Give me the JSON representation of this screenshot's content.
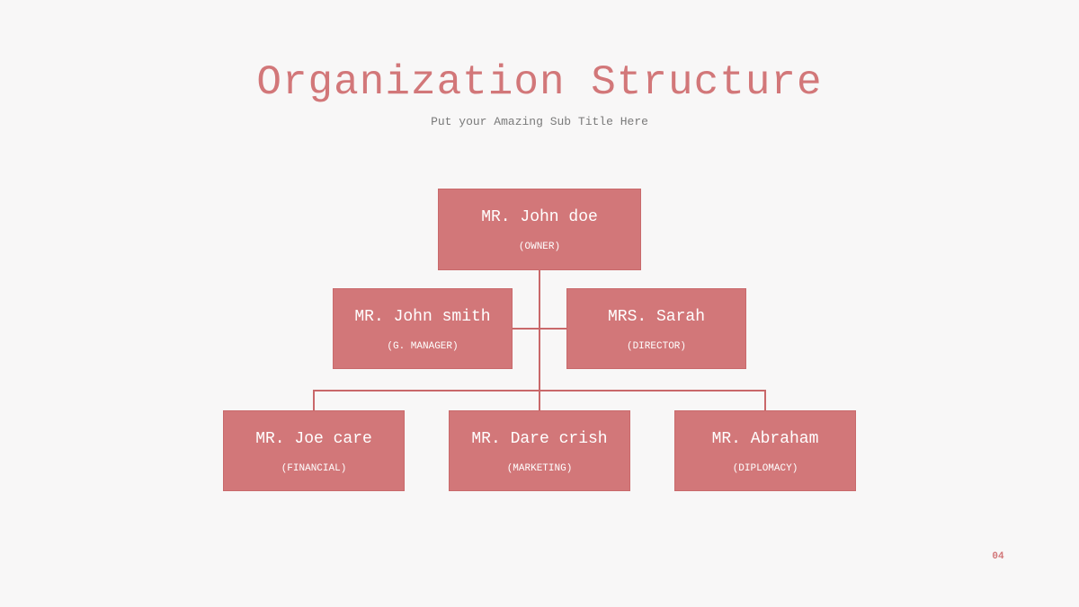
{
  "slide": {
    "title": "Organization Structure",
    "subtitle": "Put your Amazing Sub Title Here",
    "page_number": "04"
  },
  "colors": {
    "accent": "#d27779",
    "background": "#f8f7f7",
    "subtitle_text": "#7a7a7a",
    "node_text": "#ffffff"
  },
  "org_chart": {
    "owner": {
      "name": "MR. John doe",
      "role": "(OWNER)"
    },
    "level2": [
      {
        "name": "MR. John smith",
        "role": "(G. MANAGER)"
      },
      {
        "name": "MRS. Sarah",
        "role": "(DIRECTOR)"
      }
    ],
    "level3": [
      {
        "name": "MR. Joe care",
        "role": "(FINANCIAL)"
      },
      {
        "name": "MR. Dare crish",
        "role": "(MARKETING)"
      },
      {
        "name": "MR. Abraham",
        "role": "(DIPLOMACY)"
      }
    ]
  }
}
